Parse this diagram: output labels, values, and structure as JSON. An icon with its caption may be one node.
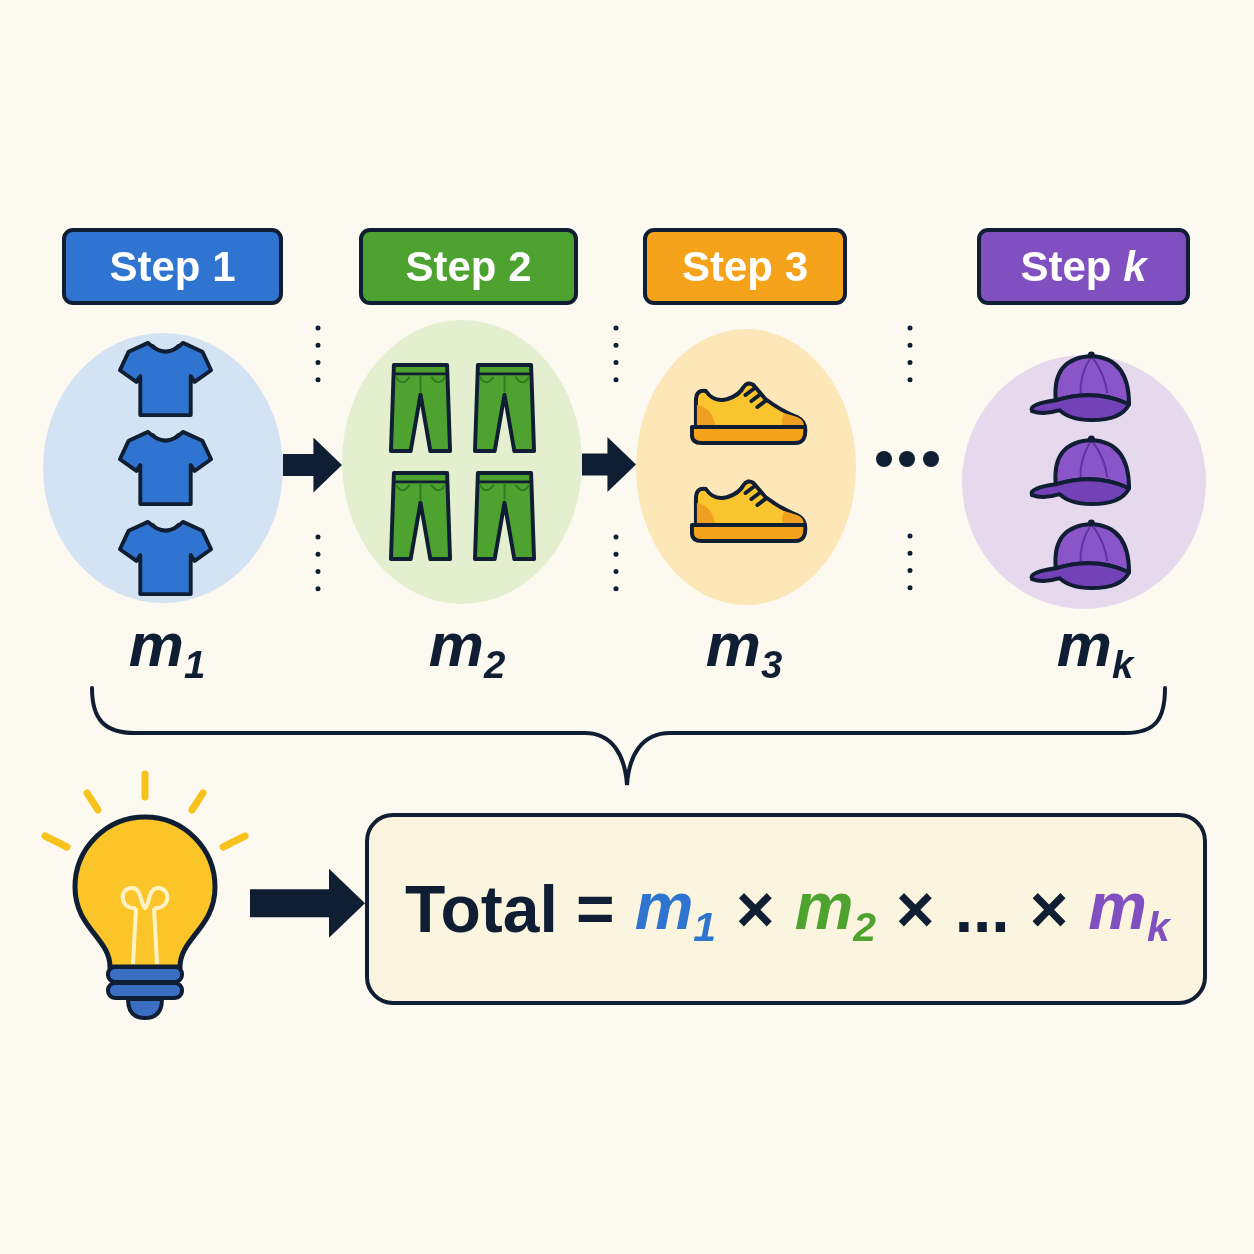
{
  "diagram": {
    "nodes": [
      {
        "text": [
          "Step 1"
        ]
      },
      {
        "text": [
          "Step 2"
        ]
      },
      {
        "text": [
          "Step 3"
        ]
      },
      {
        "text": [
          "Step *k*"
        ]
      },
      {
        "text": [],
        "shape": "ellipse",
        "beside": [
          "m$_{1}$"
        ]
      },
      {
        "text": [],
        "shape": "ellipse",
        "beside": [
          "m$_{2}$"
        ]
      },
      {
        "text": [],
        "shape": "ellipse",
        "beside": [
          "m$_{3}$"
        ]
      },
      {
        "text": [],
        "shape": "ellipse",
        "beside": [
          "m$_{k}$"
        ]
      },
      {
        "text": [],
        "shape": "picture"
      },
      {
        "text": [
          "Total =",
          "m$_{1}$",
          "×",
          "m$_{2}$",
          "×",
          "...",
          "×",
          "m$_{k}$"
        ]
      }
    ],
    "edges": [
      {
        "from": 4,
        "to": 5,
        "arrow": "to"
      },
      {
        "from": 5,
        "to": 6,
        "arrow": "to"
      },
      {
        "from": 8,
        "to": 9,
        "arrow": "to"
      }
    ]
  }
}
